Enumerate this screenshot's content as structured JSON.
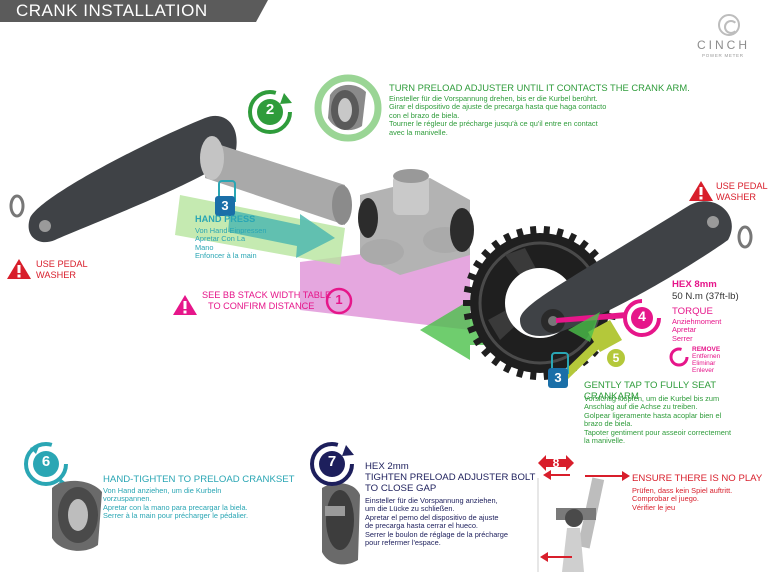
{
  "header": {
    "title": "CRANK INSTALLATION"
  },
  "brand": {
    "name": "CINCH",
    "tagline": "POWER METER"
  },
  "colors": {
    "green": "#2f9c3b",
    "teal": "#2aa6b4",
    "magenta": "#e6168a",
    "navy": "#1d1f5c",
    "red": "#d81e2b",
    "crank": "#3f4246"
  },
  "step2": {
    "num": "2",
    "title": "TURN PRELOAD ADJUSTER UNTIL IT CONTACTS THE CRANK ARM.",
    "lines": [
      "Einsteller für die Vorspannung drehen, bis er die Kurbel berührt.",
      "Girar el dispositivo de ajuste de precarga hasta que haga contacto",
      "con el brazo de biela.",
      "Tourner le régleur de précharge jusqu'à ce qu'il entre en contact",
      "avec la manivelle."
    ]
  },
  "step3": {
    "num": "3",
    "title": "HAND PRESS",
    "lines": [
      "Von Hand Einpressen",
      "Apretar Con La",
      "Mano",
      "Enfoncer à la main"
    ]
  },
  "step3b": {
    "num": "3"
  },
  "pedal_left": {
    "lines": [
      "USE PEDAL",
      "WASHER"
    ]
  },
  "pedal_right": {
    "lines": [
      "USE PEDAL",
      "WASHER"
    ]
  },
  "step1": {
    "num": "1",
    "lines": [
      "SEE BB STACK WIDTH TABLE",
      "TO CONFIRM DISTANCE"
    ]
  },
  "step4": {
    "num": "4",
    "hex": "HEX 8mm",
    "torque": "50 N.m (37ft-lb)",
    "title": "TORQUE",
    "lines": [
      "Anziehmoment",
      "Apretar",
      "Serrer"
    ],
    "remove": [
      "REMOVE",
      "Entfernen",
      "Eliminar",
      "Enlever"
    ]
  },
  "step5": {
    "num": "5",
    "title": "GENTLY TAP TO FULLY SEAT CRANKARM",
    "lines": [
      "Vorsichtig klopfen, um die Kurbel bis zum",
      "Anschlag auf die Achse zu treiben.",
      "Golpear ligeramente hasta acoplar bien el",
      "brazo de biela.",
      "Tapoter gentiment pour asseoir correctement",
      "la manivelle."
    ]
  },
  "step6": {
    "num": "6",
    "title": "HAND-TIGHTEN TO PRELOAD CRANKSET",
    "lines": [
      "Von Hand anziehen, um die Kurbeln",
      "vorzuspannen.",
      "Apretar con la mano para precargar la biela.",
      "Serrer à la main pour précharger le pédalier."
    ]
  },
  "step7": {
    "num": "7",
    "hex": "HEX 2mm",
    "title": [
      "TIGHTEN PRELOAD ADJUSTER BOLT",
      "TO CLOSE GAP"
    ],
    "lines": [
      "Einsteller für die Vorspannung anziehen,",
      "um die Lücke zu schließen.",
      "Apretar el perno del dispositivo de ajuste",
      "de precarga hasta cerrar el hueco.",
      "Serrer le boulon de réglage de la précharge",
      "pour refermer l'espace."
    ]
  },
  "step8": {
    "num": "8",
    "title": "ENSURE THERE IS NO PLAY",
    "lines": [
      "Prüfen, dass kein Spiel auftritt.",
      "Comprobar el juego.",
      "Vérifier le jeu"
    ]
  }
}
